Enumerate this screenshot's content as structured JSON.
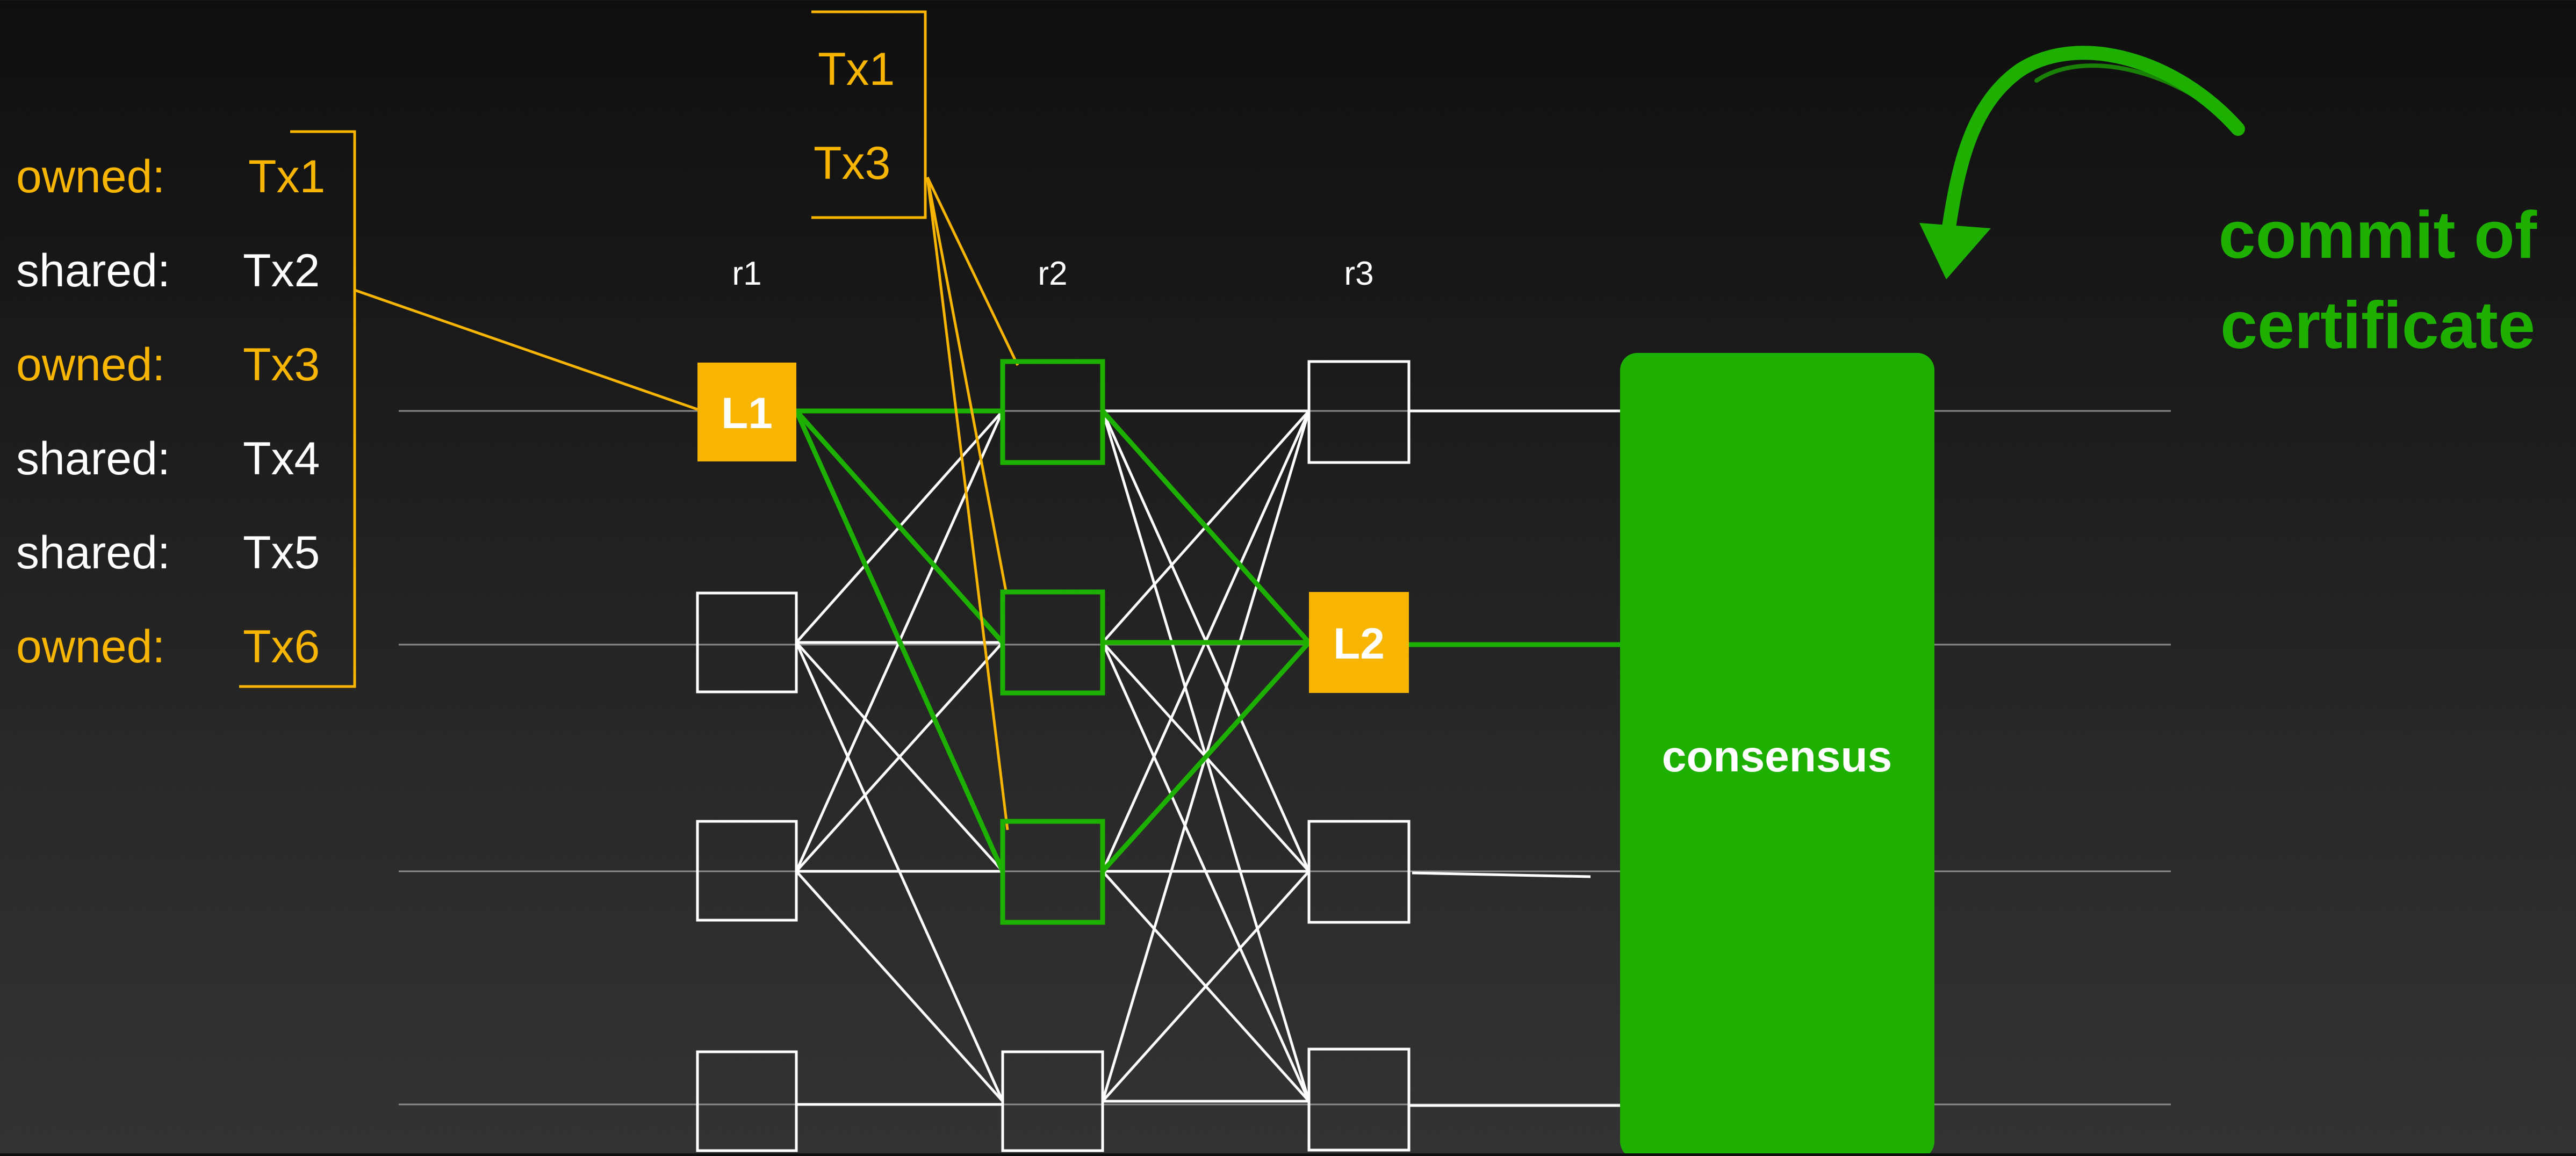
{
  "colors": {
    "accent_yellow": "#F7B500",
    "accent_green": "#1DB000",
    "node_border": "#ffffff",
    "lane_line": "#8a8a8a"
  },
  "tx_list": [
    {
      "kind": "owned:",
      "tx": "Tx1",
      "highlight": true
    },
    {
      "kind": "shared:",
      "tx": "Tx2",
      "highlight": false
    },
    {
      "kind": "owned:",
      "tx": "Tx3",
      "highlight": true
    },
    {
      "kind": "shared:",
      "tx": "Tx4",
      "highlight": false
    },
    {
      "kind": "shared:",
      "tx": "Tx5",
      "highlight": false
    },
    {
      "kind": "owned:",
      "tx": "Tx6",
      "highlight": true
    }
  ],
  "fastpath_batch": [
    "Tx1",
    "Tx3"
  ],
  "rounds": [
    "r1",
    "r2",
    "r3"
  ],
  "leader_labels": {
    "first": "L1",
    "second": "L2"
  },
  "consensus_label": "consensus",
  "annotation": {
    "line1": "commit of",
    "line2": "certificate"
  }
}
